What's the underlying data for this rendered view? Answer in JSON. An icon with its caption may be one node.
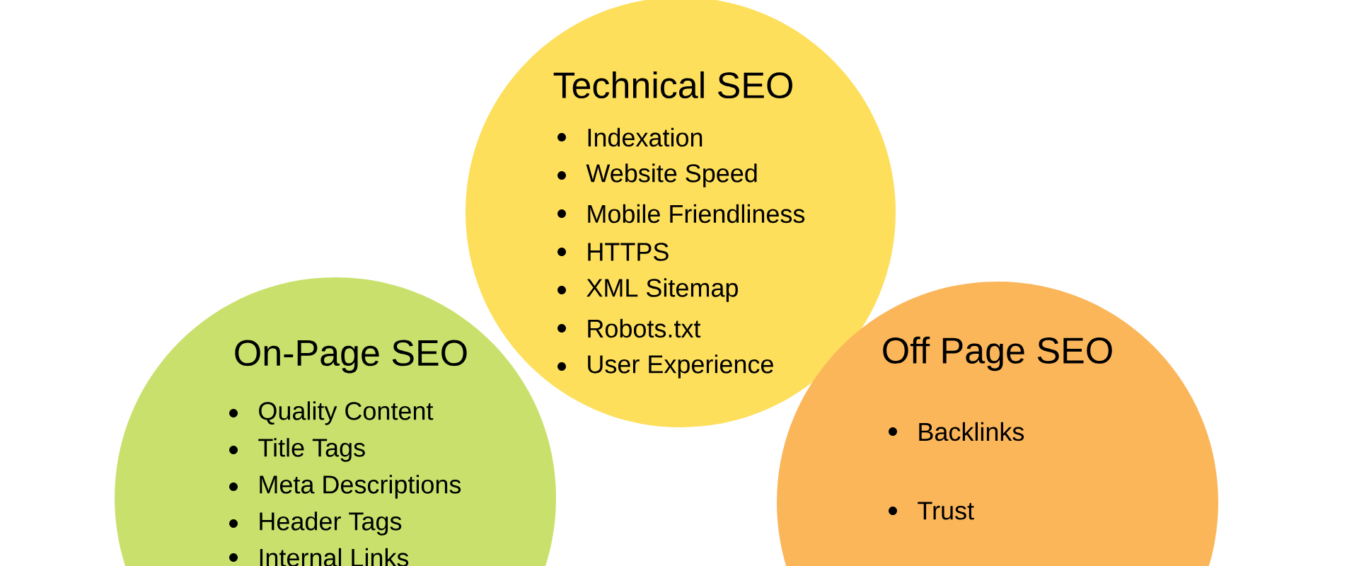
{
  "diagram": {
    "nodes": [
      {
        "text": [
          "Technical SEO",
          "Indexation",
          "Website Speed",
          "Mobile Friendliness",
          "HTTPS",
          "XML Sitemap",
          "Robots.txt",
          "User Experience"
        ]
      },
      {
        "text": [
          "On-Page SEO",
          "Quality Content",
          "Title Tags",
          "Meta Descriptions",
          "Header Tags",
          "Internal Links"
        ]
      },
      {
        "text": [
          "Off Page SEO",
          "Backlinks",
          "Trust"
        ]
      }
    ]
  }
}
